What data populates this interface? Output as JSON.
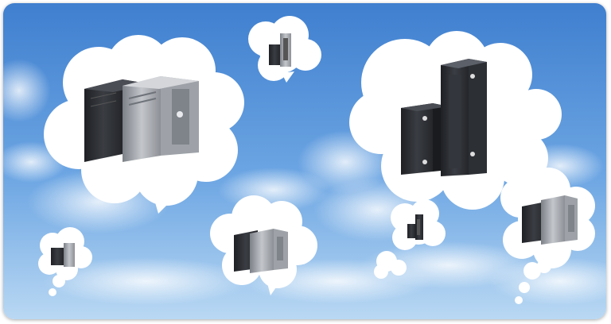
{
  "scene": {
    "subject": "servers-in-thought-clouds",
    "sky_top": "#3f7fcf",
    "sky_mid": "#6da6e3",
    "sky_bottom": "#b9d8f3",
    "bubble_color": "#ffffff",
    "tower_dark": "#2b2e33",
    "tower_silver": "#a9adb3"
  },
  "thought_bubbles": [
    {
      "name": "large-left",
      "icon": "server-tower-pair-icon"
    },
    {
      "name": "small-top",
      "icon": "server-tower-pair-icon"
    },
    {
      "name": "large-right",
      "icon": "server-rack-pair-icon"
    },
    {
      "name": "medium-center",
      "icon": "server-tower-pair-icon"
    },
    {
      "name": "tiny-center",
      "icon": "server-tower-pair-icon"
    },
    {
      "name": "medium-right",
      "icon": "server-tower-pair-icon"
    },
    {
      "name": "small-left",
      "icon": "server-tower-pair-icon"
    }
  ]
}
